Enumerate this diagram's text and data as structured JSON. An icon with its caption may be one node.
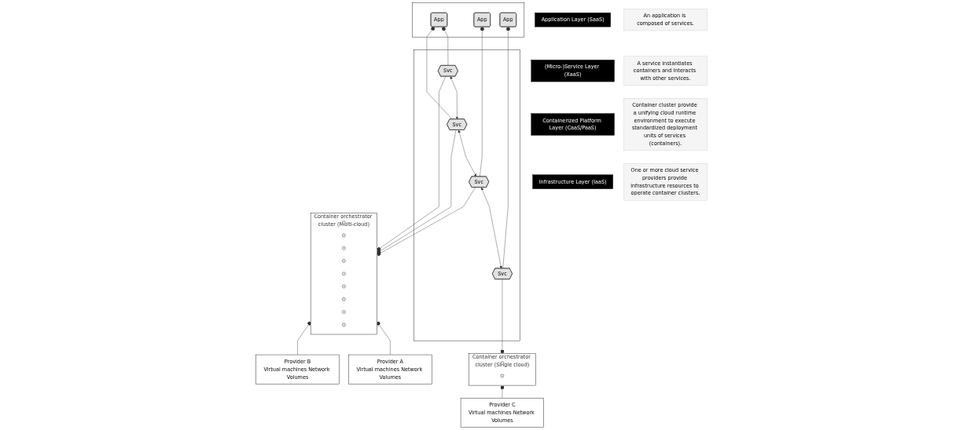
{
  "diagram": {
    "nodes": [
      {
        "text": [
          "Application Layer (SaaS)"
        ]
      },
      {
        "text": [],
        "shape": "box"
      },
      {
        "text": [
          "App"
        ],
        "in": 1
      },
      {
        "text": [
          "App"
        ],
        "in": 1
      },
      {
        "text": [
          "App"
        ],
        "in": 1
      },
      {
        "text": [
          "An application is composed of services."
        ]
      },
      {
        "text": [
          "(Micro-)Service Layer (XaaS)"
        ]
      },
      {
        "text": [],
        "shape": "box"
      },
      {
        "text": [
          "Svc"
        ],
        "in": 7
      },
      {
        "text": [
          "Svc"
        ],
        "in": 7
      },
      {
        "text": [
          "Svc"
        ],
        "in": 7
      },
      {
        "text": [
          "Svc"
        ],
        "in": 7
      },
      {
        "text": [
          "A service instantiates containers and interacts with other services."
        ]
      },
      {
        "text": [
          "Containerized Platform Layer (CaaS/PaaS)"
        ]
      },
      {
        "text": [
          "Container orchestrator cluster (Multi-cloud)"
        ]
      },
      {
        "text": [],
        "shape": "circle",
        "in": 14
      },
      {
        "text": [],
        "shape": "circle",
        "in": 14
      },
      {
        "text": [],
        "shape": "circle",
        "in": 14
      },
      {
        "text": [],
        "shape": "circle",
        "in": 14
      },
      {
        "text": [],
        "shape": "circle",
        "in": 14
      },
      {
        "text": [],
        "shape": "circle",
        "in": 14
      },
      {
        "text": [],
        "shape": "circle",
        "in": 14
      },
      {
        "text": [],
        "shape": "circle",
        "in": 14
      },
      {
        "text": [],
        "shape": "circle",
        "in": 14
      },
      {
        "text": [
          "Container orchestrator cluster (Single cloud)"
        ]
      },
      {
        "text": [],
        "shape": "circle",
        "in": 24
      },
      {
        "text": [],
        "shape": "circle",
        "in": 24
      },
      {
        "text": [
          "Container cluster provide a unifying cloud runtime environment to execute standardized deployment units of services (containers)."
        ]
      },
      {
        "text": [
          "Infrastructure Layer (IaaS)"
        ]
      },
      {
        "text": [
          "Provider A",
          "Virtual machines Network Volumes"
        ]
      },
      {
        "text": [
          "Provider B",
          "Virtual machines Network Volumes"
        ]
      },
      {
        "text": [
          "Provider C",
          "Virtual machines Network Volumes"
        ]
      },
      {
        "text": [
          "One or more cloud service providers provide infrastructure resources to operate container clusters."
        ]
      }
    ],
    "edges": [
      {
        "from": 2,
        "to": 8,
        "arrow": "other"
      },
      {
        "from": 2,
        "to": 9,
        "arrow": "other"
      },
      {
        "from": 3,
        "to": 10,
        "arrow": "other"
      },
      {
        "from": 4,
        "to": 11,
        "arrow": "other"
      },
      {
        "from": 8,
        "to": 9,
        "arrow": "both"
      },
      {
        "from": 9,
        "to": 10,
        "arrow": "both"
      },
      {
        "from": 10,
        "to": 11,
        "arrow": "both"
      },
      {
        "from": 8,
        "to": 14,
        "arrow": "other"
      },
      {
        "from": 9,
        "to": 14,
        "arrow": "other"
      },
      {
        "from": 10,
        "to": 14,
        "arrow": "other"
      },
      {
        "from": 11,
        "to": 24,
        "arrow": "other"
      },
      {
        "from": 14,
        "to": 29,
        "arrow": "other"
      },
      {
        "from": 14,
        "to": 30,
        "arrow": "other"
      },
      {
        "from": 24,
        "to": 31,
        "arrow": "other"
      }
    ]
  }
}
